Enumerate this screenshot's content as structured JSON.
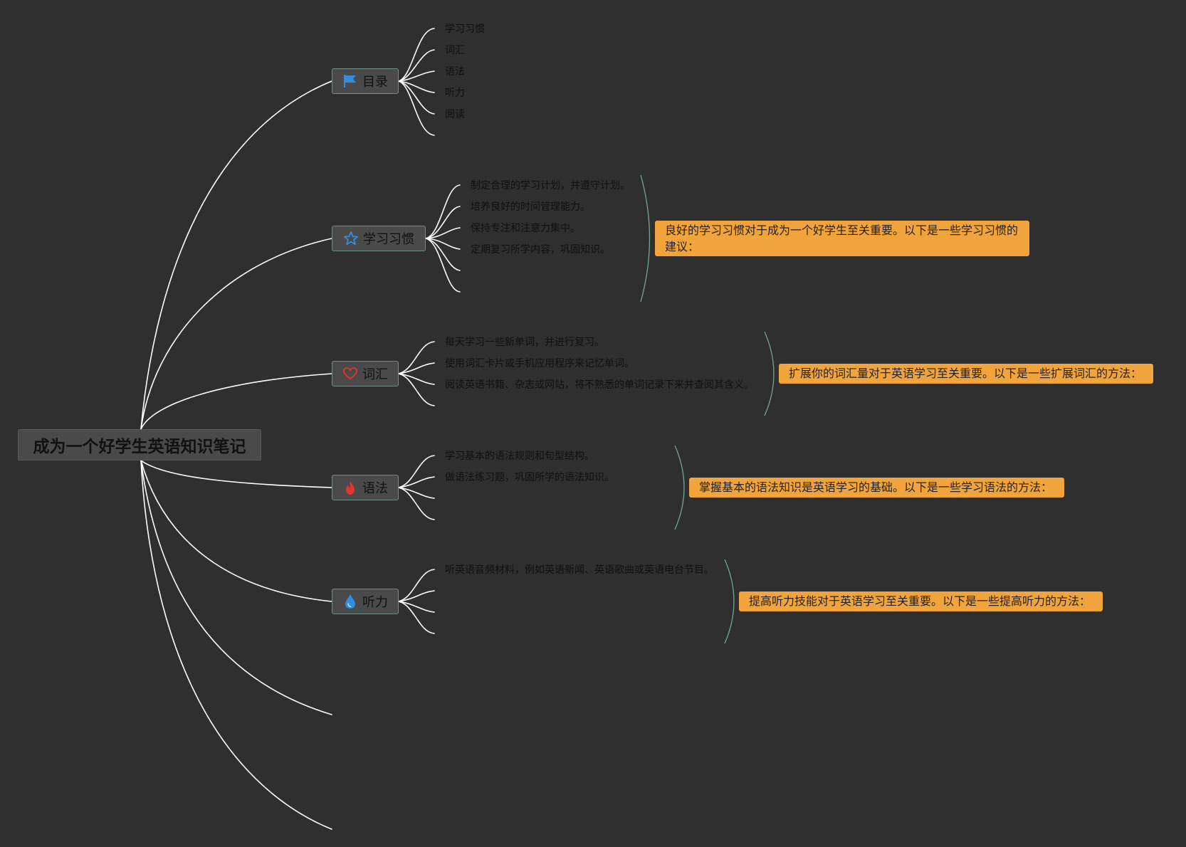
{
  "root": {
    "title": "成为一个好学生英语知识笔记"
  },
  "branches": [
    {
      "label": "目录",
      "icon": "flag-icon",
      "icon_color": "#2f8fe0",
      "leaves": [
        "学习习惯",
        "词汇",
        "语法",
        "听力",
        "阅读"
      ]
    },
    {
      "label": "学习习惯",
      "icon": "star-icon",
      "icon_color": "#2f8fe0",
      "leaves": [
        "制定合理的学习计划，并遵守计划。",
        "培养良好的时间管理能力。",
        "保持专注和注意力集中。",
        "定期复习所学内容，巩固知识。"
      ],
      "note": "良好的学习习惯对于成为一个好学生至关重要。以下是一些学习习惯的建议："
    },
    {
      "label": "词汇",
      "icon": "heart-icon",
      "icon_color": "#e0362c",
      "leaves": [
        "每天学习一些新单词，并进行复习。",
        "使用词汇卡片或手机应用程序来记忆单词。",
        "阅读英语书籍、杂志或网站，将不熟悉的单词记录下来并查阅其含义。"
      ],
      "note": "扩展你的词汇量对于英语学习至关重要。以下是一些扩展词汇的方法："
    },
    {
      "label": "语法",
      "icon": "fire-icon",
      "icon_color": "#e0362c",
      "leaves": [
        "学习基本的语法规则和句型结构。",
        "做语法练习题，巩固所学的语法知识。"
      ],
      "note": "掌握基本的语法知识是英语学习的基础。以下是一些学习语法的方法："
    },
    {
      "label": "听力",
      "icon": "water-drop-icon",
      "icon_color": "#2f8fe0",
      "leaves": [
        "听英语音频材料，例如英语新闻、英语歌曲或英语电台节目。"
      ],
      "note": "提高听力技能对于英语学习至关重要。以下是一些提高听力的方法："
    }
  ],
  "colors": {
    "background": "#2f2f2f",
    "connector": "#ffffff",
    "note_bracket": "#6fa894",
    "note_fill": "#f2a43c",
    "node_fill": "#4a4a4a"
  }
}
